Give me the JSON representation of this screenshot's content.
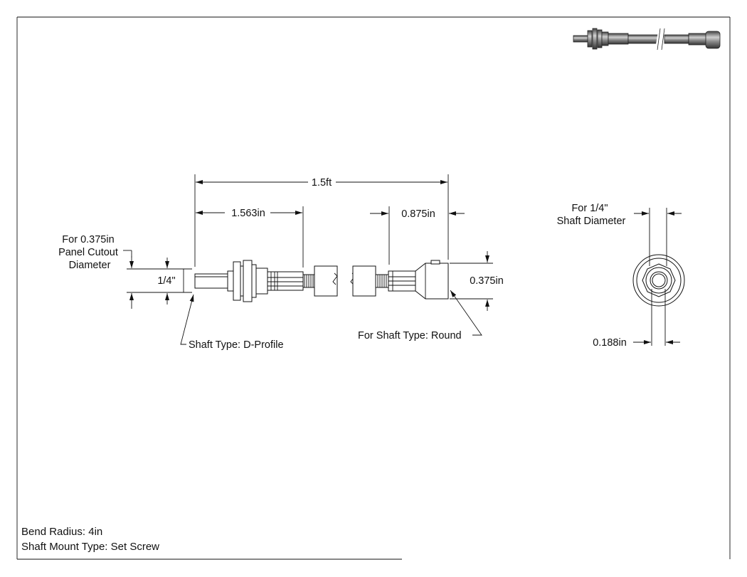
{
  "dimensions": {
    "overall_length": "1.5ft",
    "left_length": "1.563in",
    "right_length": "0.875in",
    "shaft_size": "1/4\"",
    "coupler_diameter": "0.375in",
    "bore_diameter": "0.188in"
  },
  "callouts": {
    "panel_cutout": [
      "For 0.375in",
      "Panel Cutout",
      "Diameter"
    ],
    "shaft_type_left": "Shaft Type: D-Profile",
    "shaft_type_right": "For Shaft Type: Round",
    "end_view_shaft": [
      "For 1/4\"",
      "Shaft Diameter"
    ]
  },
  "notes": {
    "bend_radius": "Bend Radius: 4in",
    "shaft_mount": "Shaft Mount Type: Set Screw"
  },
  "colors": {
    "line": "#111111",
    "shade_dark": "#555555",
    "shade_light": "#bbbbbb"
  }
}
